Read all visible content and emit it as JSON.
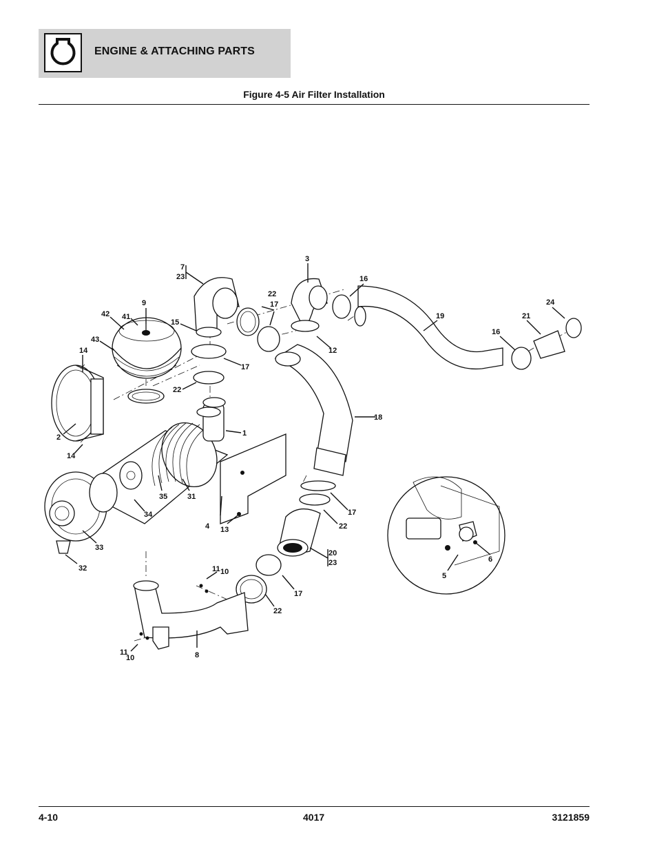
{
  "header": {
    "section_title": "ENGINE & ATTACHING PARTS",
    "section_icon": "engine-outline-icon",
    "background_color": "#d2d2d2"
  },
  "figure": {
    "title": "Figure 4-5 Air Filter Installation"
  },
  "callouts": {
    "c1": "1",
    "c2": "2",
    "c3": "3",
    "c4": "4",
    "c5": "5",
    "c6": "6",
    "c7": "7",
    "c7b": "23",
    "c8": "8",
    "c9": "9",
    "c10a": "10",
    "c10b": "10",
    "c11a": "11",
    "c11b": "11",
    "c12": "12",
    "c13": "13",
    "c14a": "14",
    "c14b": "14",
    "c15": "15",
    "c16a": "16",
    "c16b": "16",
    "c17a": "17",
    "c17b": "17",
    "c17c": "17",
    "c17d": "17",
    "c18": "18",
    "c19": "19",
    "c20": "20",
    "c20b": "23",
    "c21": "21",
    "c22a": "22",
    "c22b": "22",
    "c22c": "22",
    "c22d": "22",
    "c24": "24",
    "c31": "31",
    "c32": "32",
    "c33": "33",
    "c34": "34",
    "c35": "35",
    "c41": "41",
    "c42": "42",
    "c43": "43"
  },
  "footer": {
    "page": "4-10",
    "model": "4017",
    "part_number": "3121859"
  }
}
